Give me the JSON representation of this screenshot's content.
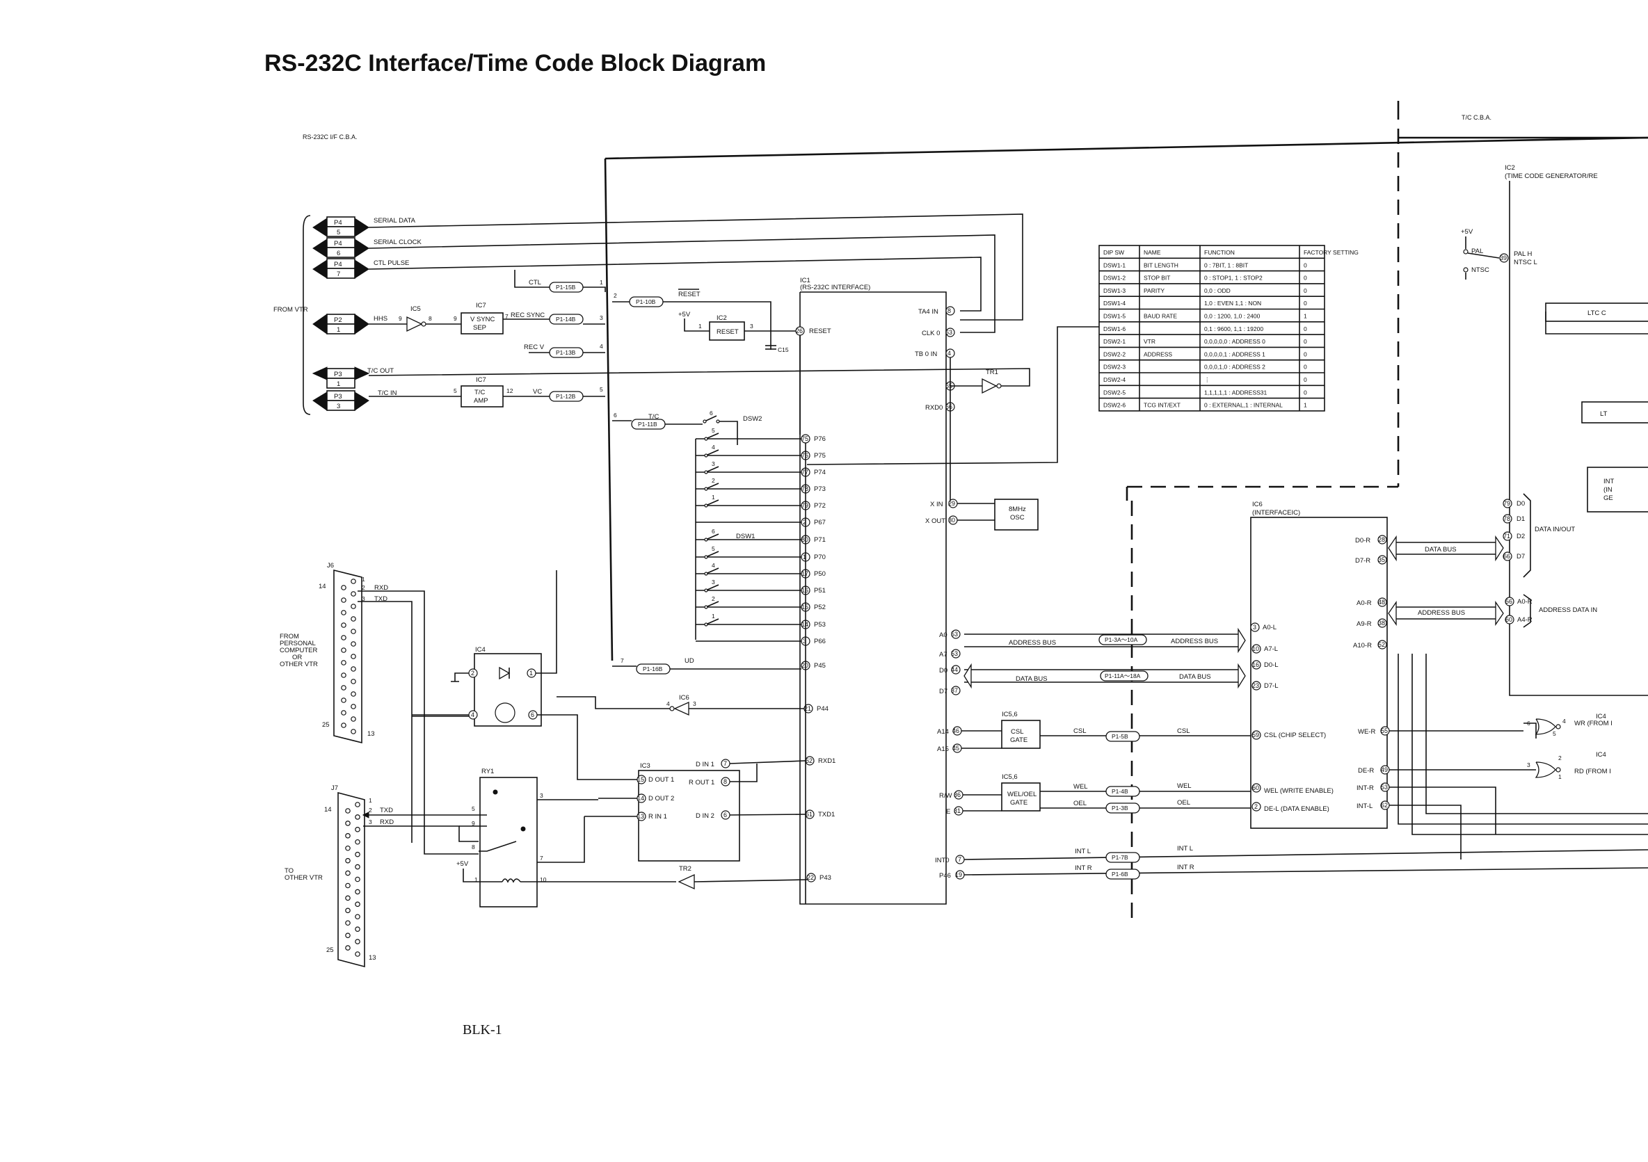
{
  "title": "RS-232C Interface/Time Code Block Diagram",
  "boards": {
    "left": "RS-232C I/F C.B.A.",
    "right": "T/C C.B.A."
  },
  "footer": "BLK-1",
  "groups": {
    "from_vtr": "FROM VTR",
    "from_pc": [
      "FROM",
      "PERSONAL",
      "COMPUTER",
      "OR",
      "OTHER VTR"
    ],
    "to_other_vtr": [
      "TO",
      "OTHER VTR"
    ]
  },
  "connectors_left": [
    {
      "label": "P4",
      "pin": "5",
      "signal": "SERIAL DATA"
    },
    {
      "label": "P4",
      "pin": "6",
      "signal": "SERIAL CLOCK"
    },
    {
      "label": "P4",
      "pin": "7",
      "signal": "CTL PULSE"
    },
    {
      "label": "P2",
      "pin": "1",
      "signal": "HHS"
    },
    {
      "label": "P3",
      "pin": "1",
      "signal": "T/C OUT"
    },
    {
      "label": "P3",
      "pin": "3",
      "signal": "T/C IN"
    }
  ],
  "chips": {
    "ic5": "IC5",
    "ic7a": {
      "ref": "IC7",
      "lines": [
        "V SYNC",
        "SEP"
      ]
    },
    "ic7b": {
      "ref": "IC7",
      "lines": [
        "T/C",
        "AMP"
      ]
    },
    "ic2": {
      "ref": "IC2",
      "name": "RESET"
    },
    "ic1": {
      "ref": "IC1",
      "name": "(RS-232C INTERFACE)"
    },
    "ic6": {
      "ref": "IC6",
      "name": "(INTERFACEIC)"
    },
    "ic4": "IC4",
    "ic6b": "IC6",
    "ic3": "IC3",
    "ry1": "RY1",
    "tr1": "TR1",
    "tr2": "TR2",
    "osc": [
      "8MHz",
      "OSC"
    ],
    "csl_gate": {
      "ref": "IC5,6",
      "lines": [
        "CSL",
        "GATE"
      ]
    },
    "wel_gate": {
      "ref": "IC5,6",
      "lines": [
        "WEL/OEL",
        "GATE"
      ]
    },
    "ic2_right": {
      "ref": "IC2",
      "name": "(TIME CODE GENERATOR/RE"
    }
  },
  "pills": [
    "P1-15B",
    "P1-10B",
    "P1-14B",
    "P1-13B",
    "P1-12B",
    "P1-11B",
    "P1-16B",
    "P1-3A～10A",
    "P1-11A～18A",
    "P1-5B",
    "P1-4B",
    "P1-3B",
    "P1-7B",
    "P1-6B"
  ],
  "signals": {
    "ctl": "CTL",
    "reset_bar": "RESET",
    "rec_sync": "REC SYNC",
    "rec_v": "REC V",
    "vc": "VC",
    "tc": "T/C",
    "ud": "UD",
    "plus5v": "+5V",
    "c15": "C15",
    "dsw1": "DSW1",
    "dsw2": "DSW2",
    "address_bus": "ADDRESS BUS",
    "data_bus": "DATA BUS",
    "csl": "CSL",
    "wel": "WEL",
    "oel": "OEL",
    "int_l": "INT L",
    "int_r": "INT R",
    "data_in_out": "DATA IN/OUT",
    "address_data_in": "ADDRESS DATA IN",
    "wr_from": "WR (FROM I",
    "rd_from": "RD (FROM I",
    "pal": "PAL",
    "ntsc": "NTSC",
    "pal_h": "PAL H",
    "ntsc_l": "NTSC L",
    "ltc": "LTC C",
    "lt": "LT",
    "int_box": [
      "INT",
      "(IN",
      "GE"
    ]
  },
  "ic1_pins_left": [
    {
      "pin": "8",
      "name": "TA4 IN"
    },
    {
      "pin": "63",
      "name": "CLK 0"
    },
    {
      "pin": "4",
      "name": "TB 0 IN"
    },
    {
      "pin": "65",
      "name": ""
    },
    {
      "pin": "66",
      "name": "RXD0"
    },
    {
      "pin": "29",
      "name": "X IN"
    },
    {
      "pin": "30",
      "name": "X OUT"
    },
    {
      "pin": "53",
      "name": "A0"
    },
    {
      "pin": "53",
      "name": "A7"
    },
    {
      "pin": "44",
      "name": "D0"
    },
    {
      "pin": "37",
      "name": "D7"
    },
    {
      "pin": "46",
      "name": "A14"
    },
    {
      "pin": "45",
      "name": "A15"
    },
    {
      "pin": "36",
      "name": "R/W"
    },
    {
      "pin": "31",
      "name": "E"
    },
    {
      "pin": "7",
      "name": "INT0"
    },
    {
      "pin": "19",
      "name": "P46"
    }
  ],
  "ic1_pins_right": [
    {
      "pin": "26",
      "name": "RESET"
    },
    {
      "pin": "75",
      "name": "P76"
    },
    {
      "pin": "76",
      "name": "P75"
    },
    {
      "pin": "77",
      "name": "P74"
    },
    {
      "pin": "78",
      "name": "P73"
    },
    {
      "pin": "79",
      "name": "P72"
    },
    {
      "pin": "2",
      "name": "P67"
    },
    {
      "pin": "80",
      "name": "P71"
    },
    {
      "pin": "1",
      "name": "P70"
    },
    {
      "pin": "17",
      "name": "P50"
    },
    {
      "pin": "16",
      "name": "P51"
    },
    {
      "pin": "15",
      "name": "P52"
    },
    {
      "pin": "14",
      "name": "P53"
    },
    {
      "pin": "3",
      "name": "P66"
    },
    {
      "pin": "20",
      "name": "P45"
    },
    {
      "pin": "21",
      "name": "P44"
    },
    {
      "pin": "62",
      "name": "RXD1"
    },
    {
      "pin": "61",
      "name": "TXD1"
    },
    {
      "pin": "22",
      "name": "P43"
    }
  ],
  "ic6_pins_left": [
    {
      "pin": "3",
      "name": "A0-L"
    },
    {
      "pin": "10",
      "name": "A7-L"
    },
    {
      "pin": "16",
      "name": "D0-L"
    },
    {
      "pin": "23",
      "name": "D7-L"
    },
    {
      "pin": "59",
      "name": "CSL (CHIP SELECT)"
    },
    {
      "pin": "60",
      "name": "WEL (WRITE ENABLE)"
    },
    {
      "pin": "2",
      "name": "DE-L (DATA ENABLE)"
    }
  ],
  "ic6_pins_right": [
    {
      "pin": "28",
      "name": "D0-R"
    },
    {
      "pin": "35",
      "name": "D7-R"
    },
    {
      "pin": "48",
      "name": "A0-R"
    },
    {
      "pin": "38",
      "name": "A9-R"
    },
    {
      "pin": "52",
      "name": "A10-R"
    },
    {
      "pin": "55",
      "name": "WE-R"
    },
    {
      "pin": "49",
      "name": "DE-R"
    },
    {
      "pin": "53",
      "name": "INT-R"
    },
    {
      "pin": "62",
      "name": "INT-L"
    }
  ],
  "ic2_pins": [
    {
      "pin": "79",
      "name": "D0"
    },
    {
      "pin": "78",
      "name": "D1"
    },
    {
      "pin": "71",
      "name": "D2"
    },
    {
      "pin": "66",
      "name": "D7"
    },
    {
      "pin": "56",
      "name": "A0-R"
    },
    {
      "pin": "60",
      "name": "A4-R"
    },
    {
      "pin": "39",
      "name": ""
    }
  ],
  "ic3_pins": [
    {
      "pin": "15",
      "name": "D OUT 1"
    },
    {
      "pin": "14",
      "name": "D OUT 2"
    },
    {
      "pin": "13",
      "name": "R IN 1"
    },
    {
      "pin": "7",
      "name": "D IN 1"
    },
    {
      "pin": "8",
      "name": "R OUT 1"
    },
    {
      "pin": "6",
      "name": "D IN 2"
    }
  ],
  "j6": {
    "ref": "J6",
    "pins_top": "14",
    "pins_bottom": "25",
    "pin13": "13",
    "rxd": "RXD",
    "txd": "TXD",
    "p1": "1",
    "p2": "2",
    "p3": "3"
  },
  "j7": {
    "ref": "J7",
    "pins_top": "14",
    "pins_bottom": "25",
    "pin13": "13",
    "txd": "TXD",
    "rxd": "RXD",
    "p1": "1",
    "p2": "2",
    "p3": "3"
  },
  "dip_table": {
    "headers": [
      "DIP SW",
      "NAME",
      "FUNCTION",
      "FACTORY SETTING"
    ],
    "rows": [
      [
        "DSW1-1",
        "BIT LENGTH",
        "0 : 7BIT, 1 : 8BIT",
        "0"
      ],
      [
        "DSW1-2",
        "STOP BIT",
        "0 : STOP1, 1 : STOP2",
        "0"
      ],
      [
        "DSW1-3",
        "PARITY",
        "0,0 : ODD",
        "0"
      ],
      [
        "DSW1-4",
        "",
        "1,0 : EVEN  1,1 : NON",
        "0"
      ],
      [
        "DSW1-5",
        "BAUD RATE",
        "0,0 : 1200, 1,0 : 2400",
        "1"
      ],
      [
        "DSW1-6",
        "",
        "0,1 : 9600, 1,1 : 19200",
        "0"
      ],
      [
        "DSW2-1",
        "VTR",
        "0,0,0,0,0 : ADDRESS 0",
        "0"
      ],
      [
        "DSW2-2",
        "ADDRESS",
        "0,0,0,0,1 : ADDRESS 1",
        "0"
      ],
      [
        "DSW2-3",
        "",
        "0,0,0,1,0 : ADDRESS 2",
        "0"
      ],
      [
        "DSW2-4",
        "",
        "⋮",
        "0"
      ],
      [
        "DSW2-5",
        "",
        "1,1,1,1,1 : ADDRESS31",
        "0"
      ],
      [
        "DSW2-6",
        "TCG INT/EXT",
        "0 : EXTERNAL,1 : INTERNAL",
        "1"
      ]
    ]
  }
}
